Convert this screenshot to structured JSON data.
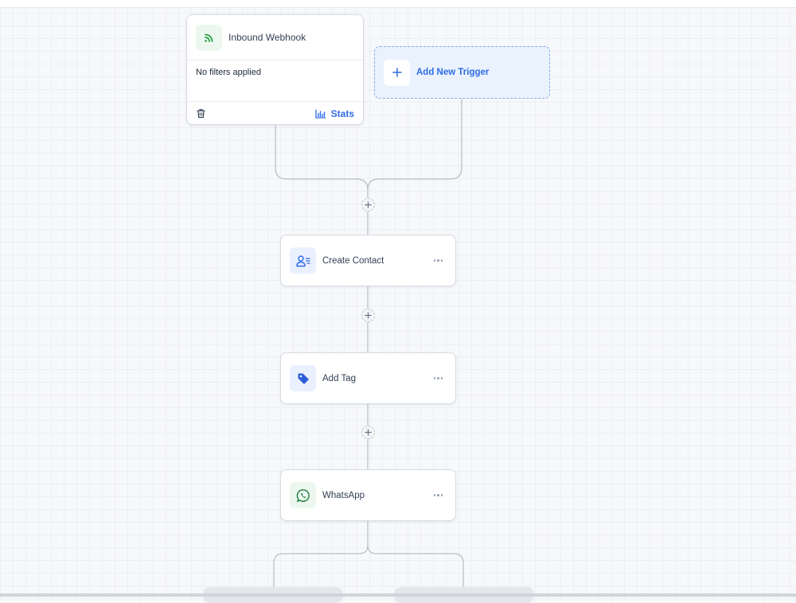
{
  "trigger": {
    "title": "Inbound Webhook",
    "filter_text": "No filters applied",
    "stats_label": "Stats"
  },
  "add_trigger": {
    "label": "Add New Trigger"
  },
  "steps": [
    {
      "label": "Create Contact",
      "icon": "contact-list-icon"
    },
    {
      "label": "Add Tag",
      "icon": "tag-icon"
    },
    {
      "label": "WhatsApp",
      "icon": "whatsapp-icon"
    }
  ],
  "colors": {
    "accent": "#2e6be6",
    "green": "#25a244",
    "canvas": "#f7f8fa"
  }
}
